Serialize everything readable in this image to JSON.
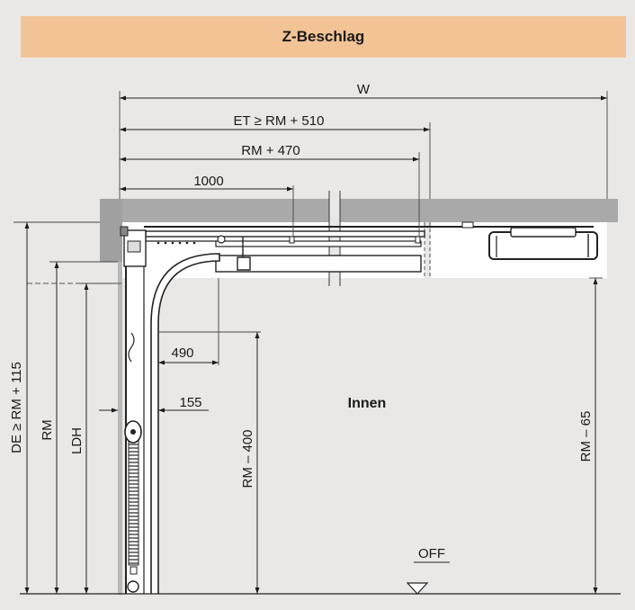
{
  "title": "Z-Beschlag",
  "dimensions": {
    "width": "W",
    "et": "ET ≥ RM + 510",
    "rm_plus": "RM + 470",
    "d1000": "1000",
    "d490": "490",
    "d155": "155",
    "de": "DE ≥ RM + 115",
    "rm": "RM",
    "ldh": "LDH",
    "rm_minus_400": "RM – 400",
    "rm_minus_65": "RM – 65"
  },
  "labels": {
    "inside": "Innen",
    "floor": "OFF"
  },
  "colors": {
    "header": "#f2c495",
    "background": "#e9e8e6",
    "ceiling": "#a9a9a9",
    "wall": "#a0a0a0",
    "ink": "#1a1a1a"
  }
}
